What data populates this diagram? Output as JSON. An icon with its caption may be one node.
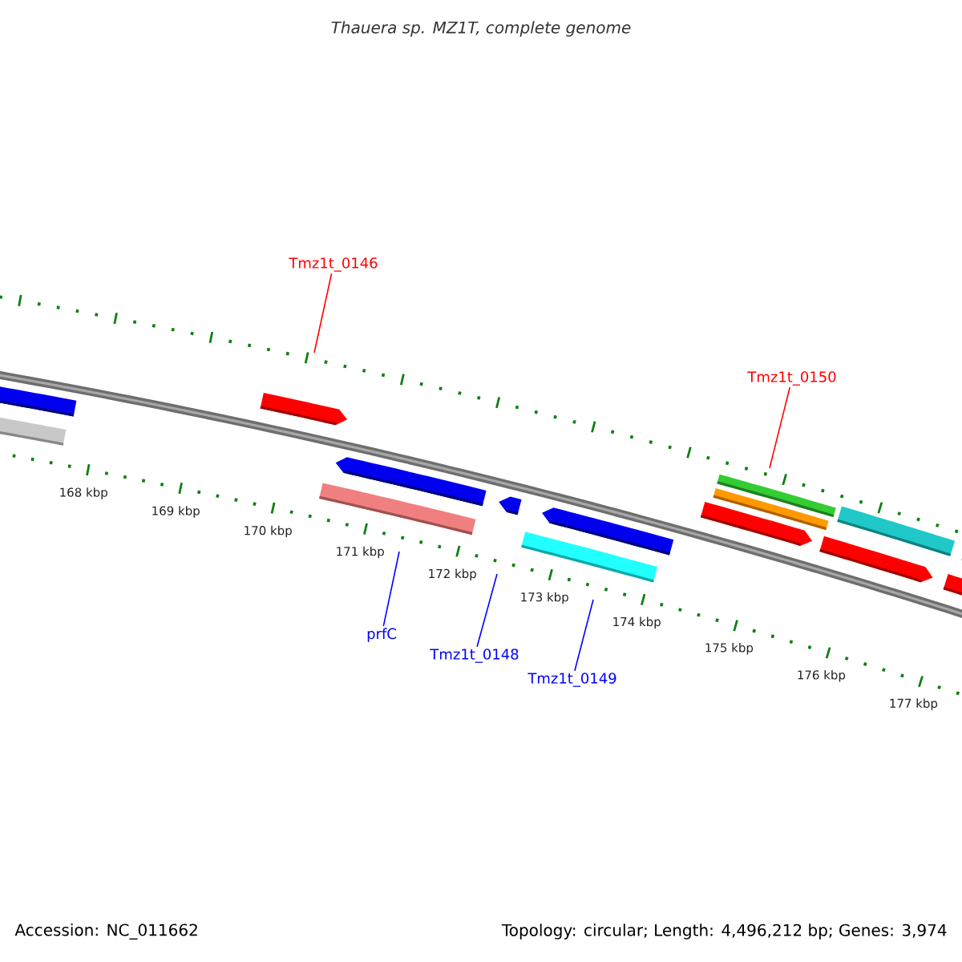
{
  "diagram": {
    "title": "Thauera sp. MZ1T, complete genome",
    "nodes": [
      {
        "text": [
          "Tmz1t_0146"
        ]
      },
      {
        "text": [
          "Tmz1t_0150"
        ]
      },
      {
        "text": [
          "prfC"
        ]
      },
      {
        "text": [
          "Tmz1t_0148"
        ]
      },
      {
        "text": [
          "Tmz1t_0149"
        ]
      }
    ],
    "edges": [
      {
        "from": 0,
        "to": null,
        "arrow": "none",
        "color": "#ff0000"
      },
      {
        "from": 1,
        "to": null,
        "arrow": "none",
        "color": "#ff0000"
      },
      {
        "from": 2,
        "to": null,
        "arrow": "none"
      },
      {
        "from": 3,
        "to": null,
        "arrow": "none"
      },
      {
        "from": 4,
        "to": null,
        "arrow": "none"
      }
    ],
    "labels": [
      "168 kbp",
      "169 kbp",
      "170 kbp",
      "171 kbp",
      "172 kbp",
      "173 kbp",
      "174 kbp",
      "175 kbp",
      "176 kbp",
      "177 kbp",
      "Accession: NC_011662",
      "Topology: circular; Length: 4,496,212 bp; Genes: 3,974"
    ]
  }
}
